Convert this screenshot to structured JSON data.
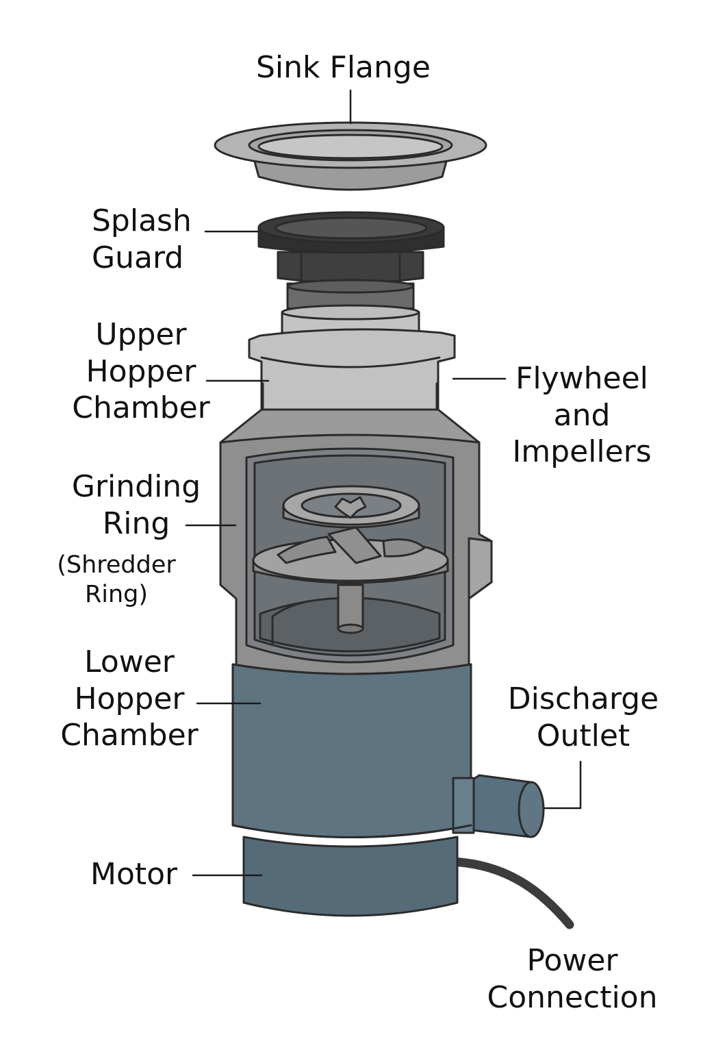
{
  "labels": {
    "sink_flange": "Sink Flange",
    "splash_guard": [
      "Splash",
      "Guard"
    ],
    "upper_hopper": [
      "Upper",
      "Hopper",
      "Chamber"
    ],
    "flywheel": [
      "Flywheel",
      "and",
      "Impellers"
    ],
    "grinding_ring": [
      "Grinding",
      "Ring"
    ],
    "shredder_ring": [
      "(Shredder",
      "Ring)"
    ],
    "lower_hopper": [
      "Lower",
      "Hopper",
      "Chamber"
    ],
    "discharge_outlet": [
      "Discharge",
      "Outlet"
    ],
    "motor": "Motor",
    "power_connection": [
      "Power",
      "Connection"
    ]
  },
  "colors": {
    "outline": "#2b2b2b",
    "flange": "#a9a9a9",
    "flange_inner": "#c3c3c3",
    "splash_guard": "#3a3a3a",
    "hopper_gray": "#8e8e8e",
    "hopper_light": "#b9b9b9",
    "window": "#6f7378",
    "lower_blue": "#5f7481",
    "motor_blue": "#566b78",
    "cord": "#3c3c3c"
  }
}
